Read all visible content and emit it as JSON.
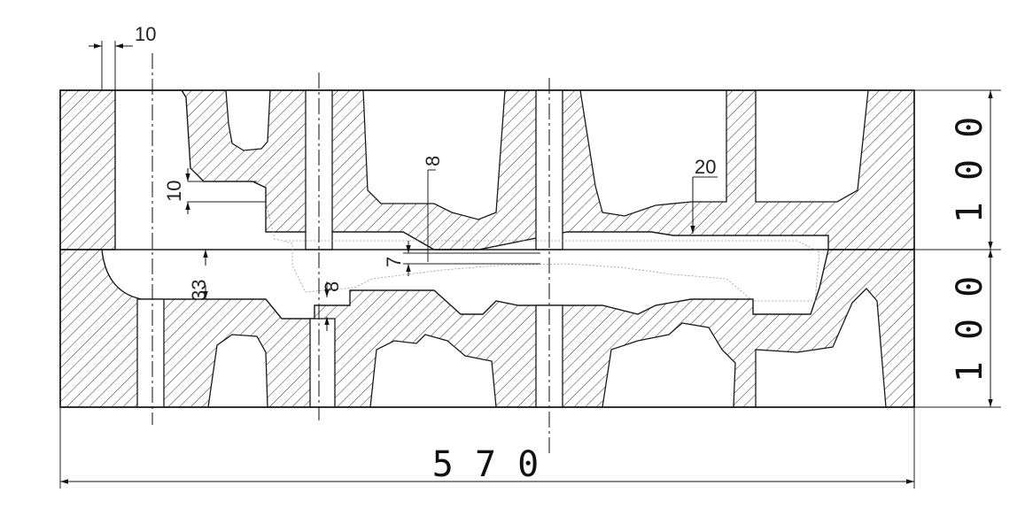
{
  "dimensions": {
    "overall_width": "5 7 0",
    "upper_height": "1 0 0",
    "lower_height": "1 0 0",
    "gate_width": "10",
    "step_10": "10",
    "flash_8_top": "8",
    "flash_7": "7",
    "thickness_20": "20",
    "flange_33": "33",
    "flash_8_lower": "8"
  }
}
